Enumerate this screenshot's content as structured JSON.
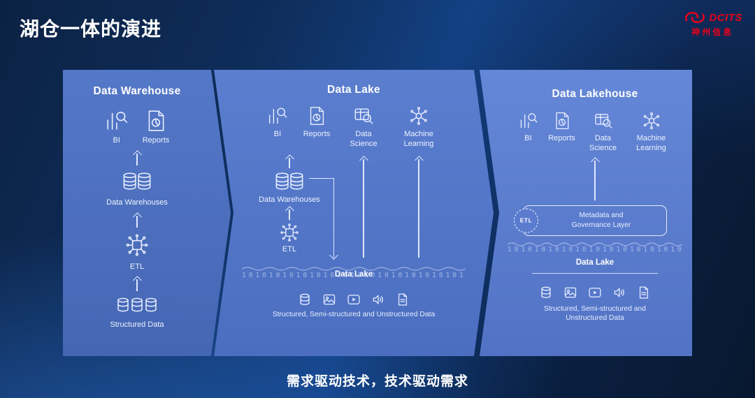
{
  "slide": {
    "title": "湖仓一体的演进",
    "footer": "需求驱动技术，技术驱动需求"
  },
  "logo": {
    "brand": "DCITS",
    "company": "神州信息"
  },
  "panels": {
    "warehouse": {
      "title": "Data Warehouse",
      "consumers": [
        {
          "label": "BI"
        },
        {
          "label": "Reports"
        }
      ],
      "warehouses_label": "Data Warehouses",
      "etl_label": "ETL",
      "source_label": "Structured Data"
    },
    "lake": {
      "title": "Data Lake",
      "consumers": [
        {
          "label": "BI"
        },
        {
          "label": "Reports"
        },
        {
          "label": "Data Science"
        },
        {
          "label": "Machine Learning"
        }
      ],
      "warehouses_label": "Data Warehouses",
      "etl_label": "ETL",
      "lake_label": "Data Lake",
      "source_label": "Structured, Semi-structured and Unstructured Data"
    },
    "lakehouse": {
      "title": "Data Lakehouse",
      "consumers": [
        {
          "label": "BI"
        },
        {
          "label": "Reports"
        },
        {
          "label": "Data Science"
        },
        {
          "label": "Machine Learning"
        }
      ],
      "metadata_label": "Metadata and Governance Layer",
      "etl_badge_label": "ETL",
      "lake_label": "Data Lake",
      "source_label": "Structured, Semi-structured and Unstructured Data"
    }
  },
  "decor": {
    "binary": "10101010101010101010101010101010101010"
  },
  "icons": {
    "bi": "bar-chart-with-magnifier",
    "reports": "report-document-chart",
    "data-science": "data-table-with-magnifier",
    "machine-learning": "neural-network",
    "db-pair": "database-cylinders-pair",
    "db-triple": "database-cylinders-row",
    "etl-chip": "circuit-chip",
    "db-single": "database-cylinder",
    "image": "picture-frame",
    "video": "video-play",
    "audio": "speaker-sound",
    "doc": "text-document",
    "wave": "wavy-line"
  },
  "colors": {
    "background": "#0c2244",
    "panel_warehouse": "#4b6fc1",
    "panel_lake": "#5478ca",
    "panel_lakehouse": "#6286d7",
    "accent_red": "#e8001b",
    "text": "#eef3ff"
  }
}
